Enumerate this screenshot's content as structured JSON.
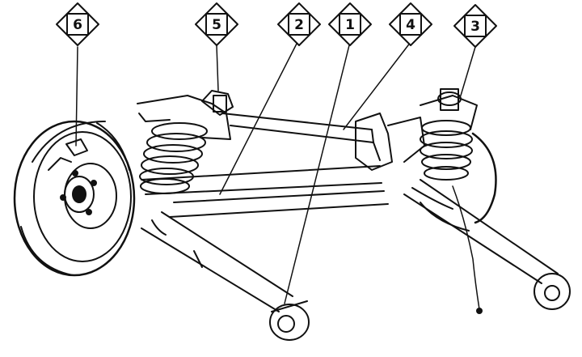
{
  "diagram": {
    "callouts": [
      {
        "id": "1",
        "label": "1"
      },
      {
        "id": "2",
        "label": "2"
      },
      {
        "id": "3",
        "label": "3"
      },
      {
        "id": "4",
        "label": "4"
      },
      {
        "id": "5",
        "label": "5"
      },
      {
        "id": "6",
        "label": "6"
      }
    ],
    "colors": {
      "ink": "#111111",
      "paper": "#ffffff"
    }
  }
}
